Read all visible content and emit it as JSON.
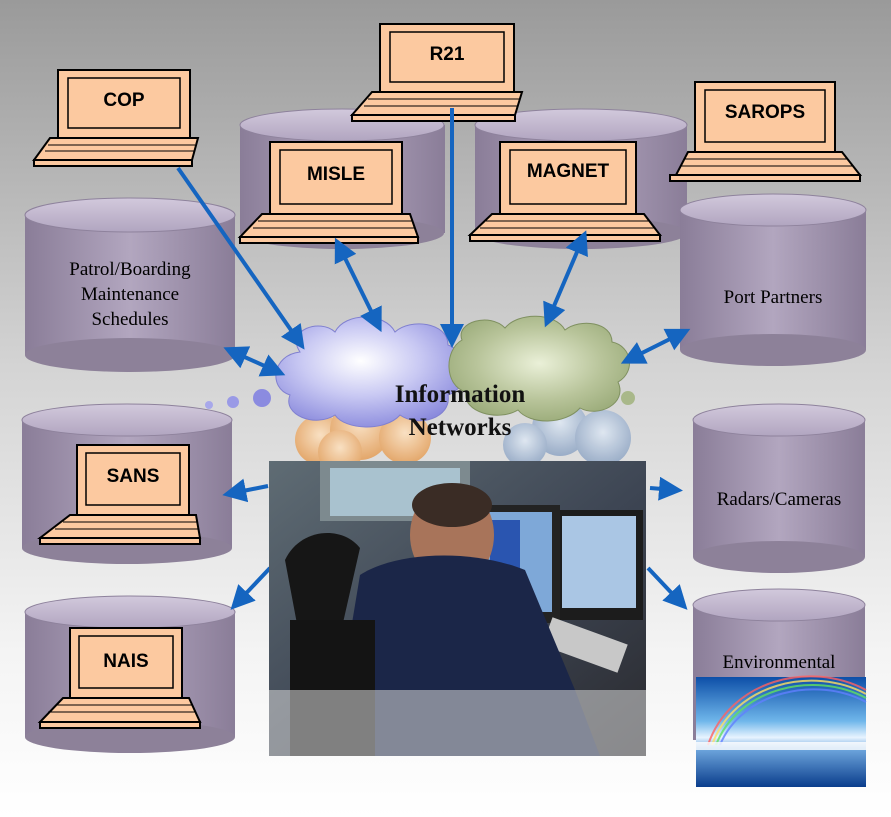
{
  "laptops": {
    "cop": "COP",
    "r21": "R21",
    "sarops": "SAROPS",
    "misle": "MISLE",
    "magnet": "MAGNET",
    "sans": "SANS",
    "nais": "NAIS"
  },
  "databases": {
    "patrol_line1": "Patrol/Boarding",
    "patrol_line2": "Maintenance",
    "patrol_line3": "Schedules",
    "port_partners": "Port Partners",
    "radars": "Radars/Cameras",
    "environmental": "Environmental"
  },
  "center": {
    "line1": "Information",
    "line2": "Networks"
  },
  "colors": {
    "screen_fill": "#fcc9a0",
    "cylinder_fill": "#a79ab5",
    "arrow": "#1565c0",
    "cloud_blue": "#8c8ce6",
    "cloud_green": "#9aab77",
    "cloud_orange": "#e6a96c"
  }
}
